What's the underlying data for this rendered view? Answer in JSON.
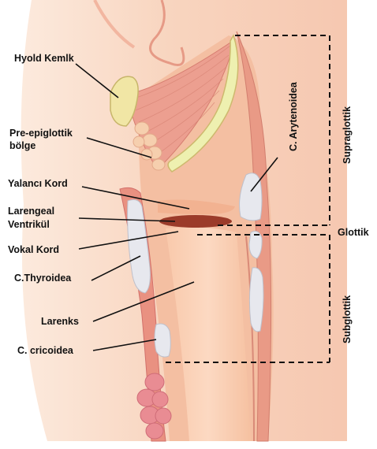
{
  "figure": {
    "labels": {
      "hyoid": "Hyold Kemlk",
      "pre_epiglottic_line1": "Pre-epiglottik",
      "pre_epiglottic_line2": "bölge",
      "false_cord": "Yalancı Kord",
      "ventricle_line1": "Larengeal",
      "ventricle_line2": "Ventrikül",
      "vocal_cord": "Vokal Kord",
      "thyroid": "C.Thyroidea",
      "larynx": "Larenks",
      "cricoid": "C. cricoidea",
      "arytenoid": "C. Arytenoidea"
    },
    "regions": {
      "supraglottic": "Supraglottik",
      "glottic": "Glottik",
      "subglottic": "Subglottik"
    }
  },
  "colors": {
    "tissue": "#f3b99b",
    "tissue_light": "#f9d3bc",
    "muscle": "#e58f7e",
    "muscle_dark": "#d36e63",
    "cartilage": "#e7e8ee",
    "hyoid_bone": "#f1e6a5",
    "epiglottis": "#eef0b0",
    "ventricle": "#9b3b2a",
    "gland": "#e98c93"
  }
}
